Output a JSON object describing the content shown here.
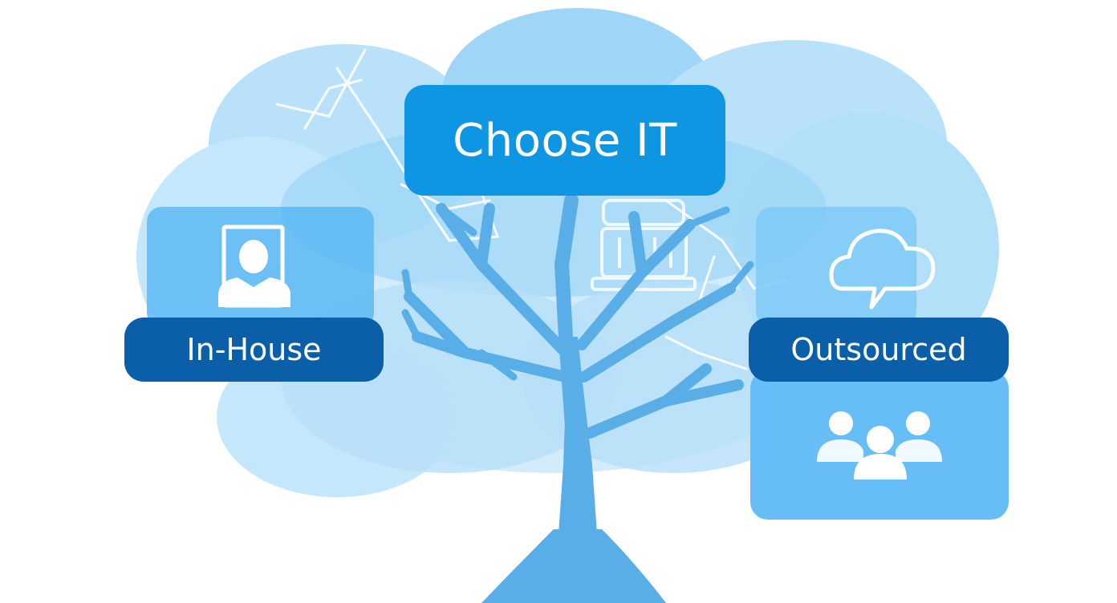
{
  "diagram": {
    "title": "Choose IT",
    "options": {
      "left": {
        "label": "In-House",
        "icon": "person-portrait-icon"
      },
      "right": {
        "label": "Outsourced",
        "icon": "cloud-chat-icon",
        "secondary_icon": "team-group-icon"
      }
    },
    "center_icon": "server-building-icon",
    "trunk_icon": "tree-icon"
  },
  "colors": {
    "title_box": "#0f96e3",
    "label_box": "#0b5ea8",
    "cloud_light": "#cbe9fb",
    "cloud_mid": "#a8dbf8",
    "tree": "#5aaee8",
    "panel": "#67bdf6"
  }
}
